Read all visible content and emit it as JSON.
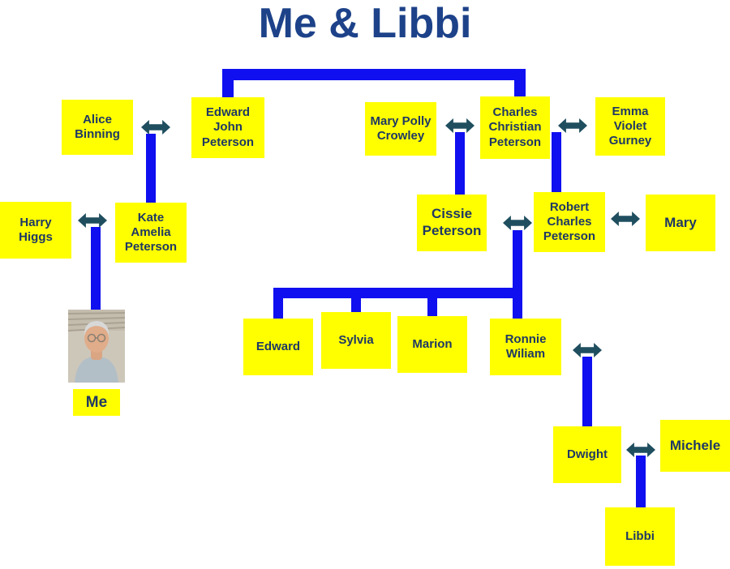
{
  "title": "Me & Libbi",
  "colors": {
    "titleText": "#1d4289",
    "boxBg": "#ffff00",
    "boxText": "#1f3864",
    "line": "#0f0ff0",
    "arrow": "#1f4e5f"
  },
  "people": {
    "alice": {
      "name": "Alice Binning"
    },
    "edwardJohn": {
      "name": "Edward John Peterson"
    },
    "maryPolly": {
      "name": "Mary Polly Crowley"
    },
    "charles": {
      "name": "Charles Christian Peterson"
    },
    "emma": {
      "name": "Emma Violet Gurney"
    },
    "harry": {
      "name": "Harry Higgs"
    },
    "kate": {
      "name": "Kate Amelia Peterson"
    },
    "cissie": {
      "name": "Cissie Peterson"
    },
    "robert": {
      "name": "Robert Charles Peterson"
    },
    "mary": {
      "name": "Mary"
    },
    "edward": {
      "name": "Edward"
    },
    "sylvia": {
      "name": "Sylvia"
    },
    "marion": {
      "name": "Marion"
    },
    "ronnie": {
      "name": "Ronnie Wiliam"
    },
    "dwight": {
      "name": "Dwight"
    },
    "michele": {
      "name": "Michele"
    },
    "libbi": {
      "name": "Libbi"
    },
    "me": {
      "name": "Me"
    }
  },
  "icons": {
    "spouseArrow": "left-right-double-arrow",
    "mePhoto": "portrait-photo-of-me"
  },
  "relationships": {
    "siblings_bracket": [
      "edwardJohn",
      "charles"
    ],
    "couples": [
      [
        "alice",
        "edwardJohn"
      ],
      [
        "maryPolly",
        "charles"
      ],
      [
        "charles",
        "emma"
      ],
      [
        "harry",
        "kate"
      ],
      [
        "cissie",
        "robert"
      ],
      [
        "robert",
        "mary"
      ],
      [
        "ronnie",
        null
      ],
      [
        "dwight",
        "michele"
      ]
    ],
    "parent_child": [
      {
        "parents": [
          "alice",
          "edwardJohn"
        ],
        "children": [
          "kate"
        ]
      },
      {
        "parents": [
          "harry",
          "kate"
        ],
        "children": [
          "me"
        ]
      },
      {
        "parents": [
          "maryPolly",
          "charles"
        ],
        "children": [
          "cissie"
        ]
      },
      {
        "parents": [
          "charles",
          "emma"
        ],
        "children": [
          "robert"
        ]
      },
      {
        "parents": [
          "cissie",
          "robert"
        ],
        "children": [
          "edward",
          "sylvia",
          "marion",
          "ronnie"
        ]
      },
      {
        "parents": [
          "ronnie"
        ],
        "children": [
          "dwight"
        ]
      },
      {
        "parents": [
          "dwight",
          "michele"
        ],
        "children": [
          "libbi"
        ]
      }
    ]
  }
}
